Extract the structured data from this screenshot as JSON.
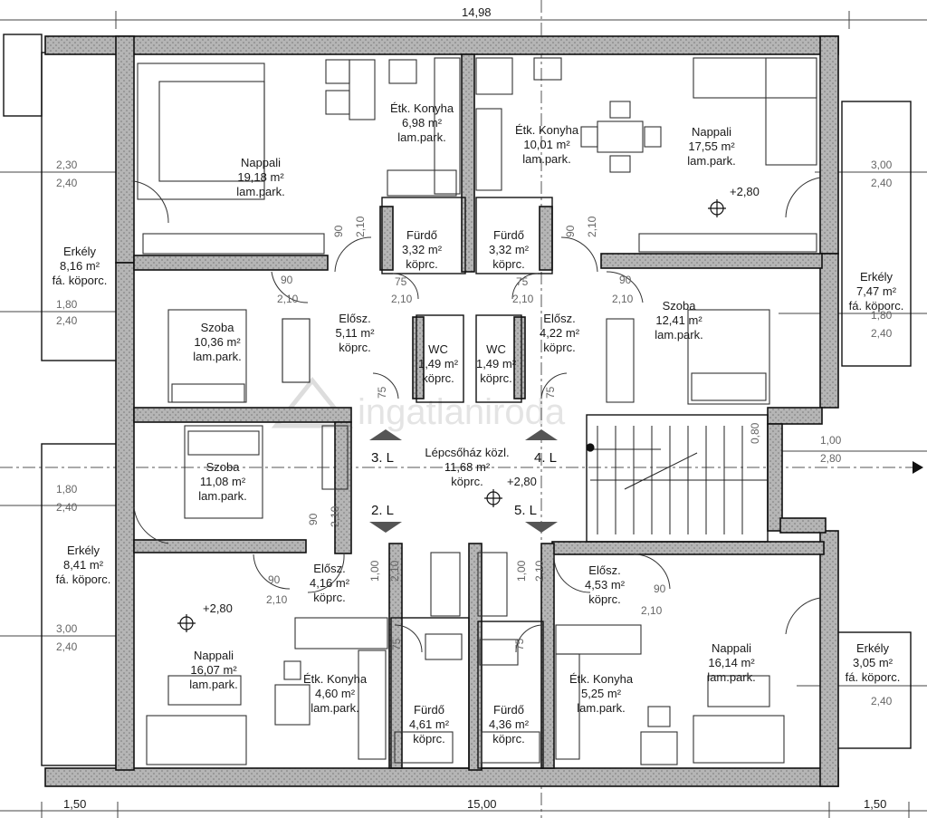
{
  "dimensions": {
    "top_width": "14,98",
    "bottom_left": "1,50",
    "bottom_mid": "15,00",
    "bottom_right": "1,50",
    "left": [
      {
        "a": "2,30",
        "b": "2,40"
      },
      {
        "a": "1,80",
        "b": "2,40"
      },
      {
        "a": "1,80",
        "b": "2,40"
      },
      {
        "a": "3,00",
        "b": "2,40"
      }
    ],
    "right": [
      {
        "a": "3,00",
        "b": "2,40"
      },
      {
        "a": "1,80",
        "b": "2,40"
      },
      {
        "a": "1,00",
        "b": "2,80"
      },
      {
        "a": "",
        "b": "2,40"
      }
    ]
  },
  "rooms": [
    {
      "name": "Nappali",
      "area": "19,18 m²",
      "floor": "lam.park."
    },
    {
      "name": "Étk. Konyha",
      "area": "6,98 m²",
      "floor": "lam.park."
    },
    {
      "name": "Étk. Konyha",
      "area": "10,01 m²",
      "floor": "lam.park."
    },
    {
      "name": "Nappali",
      "area": "17,55 m²",
      "floor": "lam.park."
    },
    {
      "name": "Fürdő",
      "area": "3,32 m²",
      "floor": "köprc."
    },
    {
      "name": "Fürdő",
      "area": "3,32 m²",
      "floor": "köprc."
    },
    {
      "name": "Erkély",
      "area": "8,16 m²",
      "floor": "fá. köporc."
    },
    {
      "name": "Erkély",
      "area": "7,47 m²",
      "floor": "fá. köporc."
    },
    {
      "name": "Szoba",
      "area": "10,36 m²",
      "floor": "lam.park."
    },
    {
      "name": "Elősz.",
      "area": "5,11 m²",
      "floor": "köprc."
    },
    {
      "name": "Elősz.",
      "area": "4,22 m²",
      "floor": "köprc."
    },
    {
      "name": "Szoba",
      "area": "12,41 m²",
      "floor": "lam.park."
    },
    {
      "name": "WC",
      "area": "1,49 m²",
      "floor": "köprc."
    },
    {
      "name": "WC",
      "area": "1,49 m²",
      "floor": "köprc."
    },
    {
      "name": "Szoba",
      "area": "11,08 m²",
      "floor": "lam.park."
    },
    {
      "name": "Lépcsőház közl.",
      "area": "11,68 m²",
      "floor": "köprc."
    },
    {
      "name": "Erkély",
      "area": "8,41 m²",
      "floor": "fá. köporc."
    },
    {
      "name": "Elősz.",
      "area": "4,16 m²",
      "floor": "köprc."
    },
    {
      "name": "Elősz.",
      "area": "4,53 m²",
      "floor": "köprc."
    },
    {
      "name": "Erkély",
      "area": "3,05 m²",
      "floor": "fá. köporc."
    },
    {
      "name": "Nappali",
      "area": "16,07 m²",
      "floor": "lam.park."
    },
    {
      "name": "Étk. Konyha",
      "area": "4,60 m²",
      "floor": "lam.park."
    },
    {
      "name": "Étk. Konyha",
      "area": "5,25 m²",
      "floor": "lam.park."
    },
    {
      "name": "Nappali",
      "area": "16,14 m²",
      "floor": "lam.park."
    },
    {
      "name": "Fürdő",
      "area": "4,61 m²",
      "floor": "köprc."
    },
    {
      "name": "Fürdő",
      "area": "4,36 m²",
      "floor": "köprc."
    }
  ],
  "flats": [
    "3. L",
    "4. L",
    "2. L",
    "5. L"
  ],
  "levels": [
    "+2,80",
    "+2,80",
    "+2,80"
  ],
  "door_dims": {
    "d90": "90",
    "d210": "2,10",
    "d75": "75",
    "d100": "1,00",
    "d080": "0,80"
  },
  "watermark": "ingatlaniroda",
  "colors": {
    "wall": "#111111",
    "wall_fill": "#9a9a9a",
    "grid": "#444444",
    "furniture": "#333333"
  }
}
